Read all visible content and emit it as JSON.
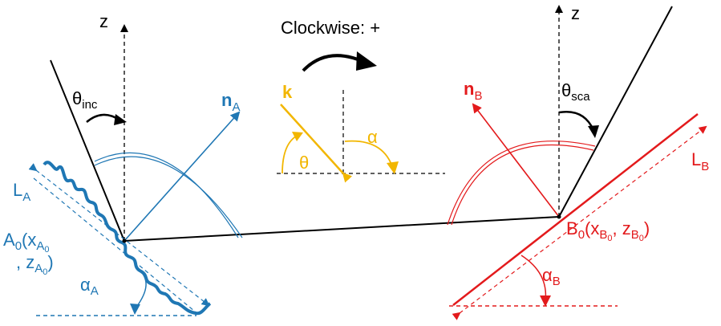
{
  "colors": {
    "black": "#000000",
    "blue": "#1f77b4",
    "red": "#e31a1c",
    "gold": "#f2b600"
  },
  "labels": {
    "z_left": "z",
    "z_right": "z",
    "clockwise": "Clockwise: +",
    "theta_inc_main": "θ",
    "theta_inc_sub": "inc",
    "theta_sca_main": "θ",
    "theta_sca_sub": "sca",
    "nA_main": "n",
    "nA_sub": "A",
    "nB_main": "n",
    "nB_sub": "B",
    "k": "k",
    "theta": "θ",
    "alpha": "α",
    "LA_main": "L",
    "LA_sub": "A",
    "LB_main": "L",
    "LB_sub": "B",
    "A0_main": "A",
    "A0_sub": "0",
    "A0_paren_open": "(x",
    "A0_x_sub": "A",
    "A0_x_subsub": "0",
    "A0_comma": ", z",
    "A0_z_sub": "A",
    "A0_z_subsub": "0",
    "A0_paren_close": ")",
    "B0_main": "B",
    "B0_sub": "0",
    "B0_paren_open": "(x",
    "B0_x_sub": "B",
    "B0_x_subsub": "0",
    "B0_comma": ", z",
    "B0_z_sub": "B",
    "B0_z_subsub": "0",
    "B0_paren_close": ")",
    "alphaA_main": "α",
    "alphaA_sub": "A",
    "alphaB_main": "α",
    "alphaB_sub": "B"
  }
}
